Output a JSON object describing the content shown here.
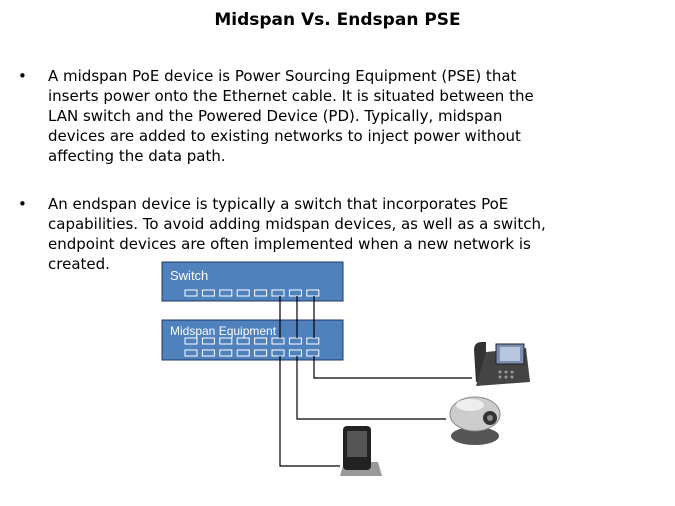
{
  "title": "Midspan Vs. Endspan PSE",
  "bullets": [
    {
      "symbol": "•",
      "lines": [
        "A midspan PoE device is Power Sourcing Equipment (PSE) that",
        "inserts power onto the Ethernet cable. It is situated between the",
        "LAN switch and the Powered Device (PD). Typically, midspan",
        "devices are added to existing networks to inject power without",
        "affecting the data path."
      ]
    },
    {
      "symbol": "•",
      "lines": [
        "An endspan device is typically a switch that incorporates PoE",
        "capabilities. To avoid adding midspan devices, as well as a switch,",
        "endpoint devices are often implemented when a new network is",
        "created."
      ]
    }
  ],
  "diagram": {
    "switch_label": "Switch",
    "midspan_label": "Midspan Equipment",
    "box_color": "#4f81bd",
    "box_border": "#1f3864",
    "devices": [
      "ip-phone",
      "network-camera",
      "pda-handheld"
    ]
  }
}
